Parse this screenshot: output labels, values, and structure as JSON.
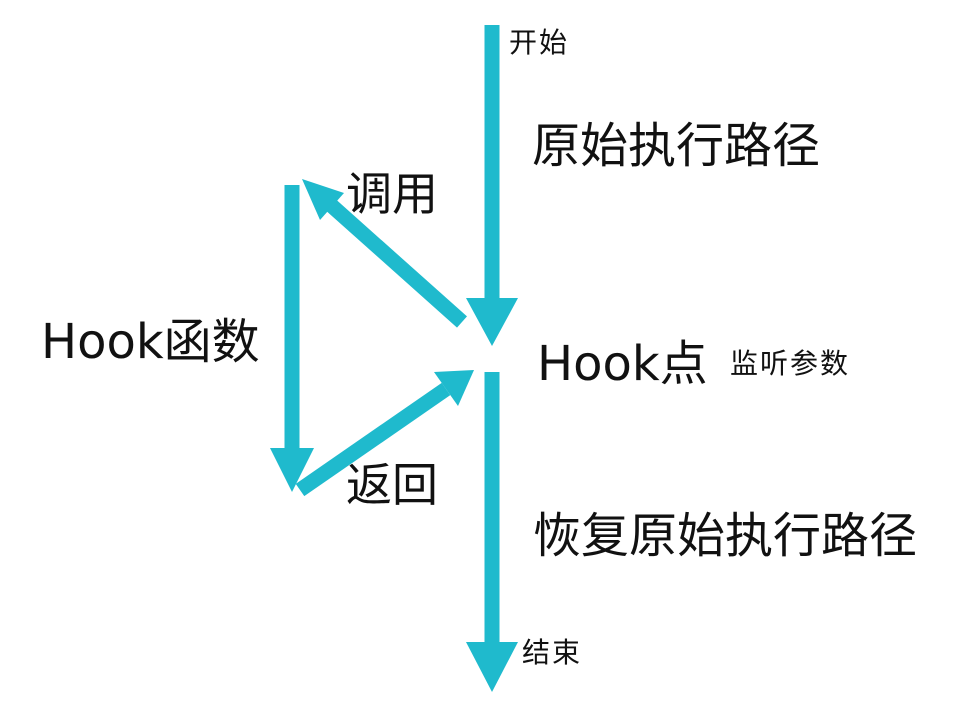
{
  "colors": {
    "arrow": "#1FBACD",
    "text": "#111111",
    "background": "#FFFFFF"
  },
  "labels": {
    "start": "开始",
    "original_path": "原始执行路径",
    "call": "调用",
    "hook_function": "Hook函数",
    "hook_point": "Hook点",
    "listen_params": "监听参数",
    "return": "返回",
    "resume_path": "恢复原始执行路径",
    "end": "结束"
  }
}
